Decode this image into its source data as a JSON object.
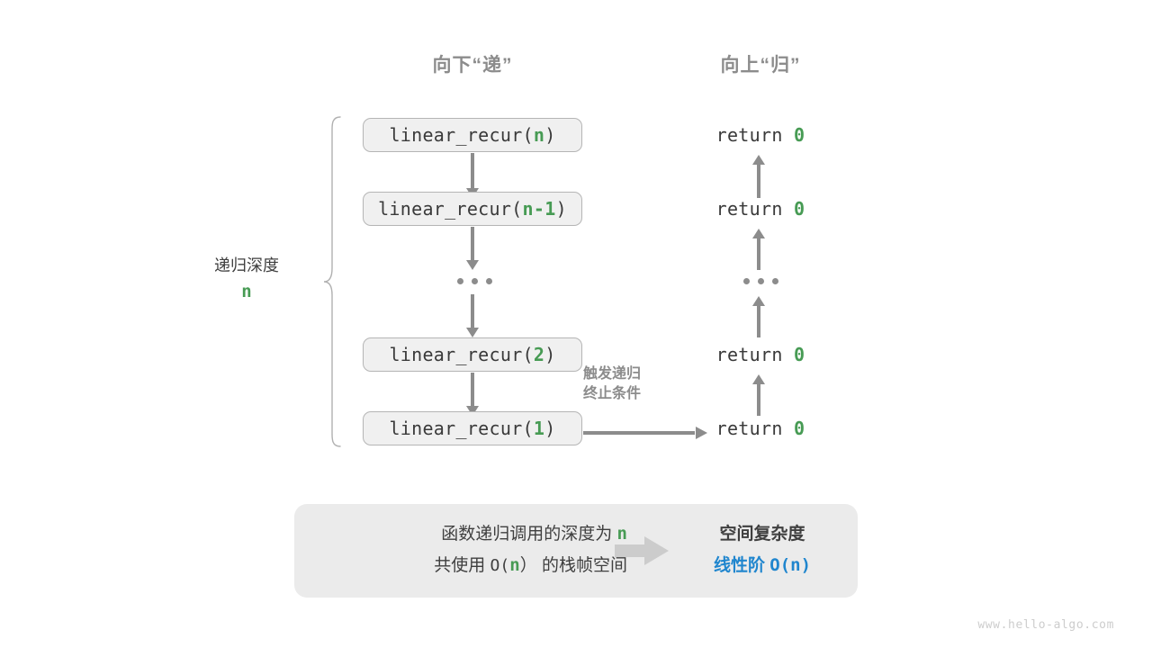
{
  "headers": {
    "down": "向下“递”",
    "up": "向上“归”"
  },
  "depth": {
    "label": "递归深度",
    "value": "n"
  },
  "trigger_note": {
    "line1": "触发递归",
    "line2": "终止条件"
  },
  "calls": [
    {
      "name": "linear_recur(",
      "arg": "n",
      "close": ")"
    },
    {
      "name": "linear_recur(",
      "arg": "n-1",
      "close": ")"
    },
    {
      "name": "linear_recur(",
      "arg": "2",
      "close": ")"
    },
    {
      "name": "linear_recur(",
      "arg": "1",
      "close": ")"
    }
  ],
  "returns": [
    {
      "keyword": "return",
      "value": "0"
    },
    {
      "keyword": "return",
      "value": "0"
    },
    {
      "keyword": "return",
      "value": "0"
    },
    {
      "keyword": "return",
      "value": "0"
    }
  ],
  "ellipsis": "•••",
  "summary": {
    "left_line1_a": "函数递归调用的深度为",
    "left_line1_n": "n",
    "left_line2_a": "共使用",
    "left_line2_b": "O(",
    "left_line2_n": "n",
    "left_line2_c": "）",
    "left_line2_d": "的栈帧空间",
    "right_title": "空间复杂度",
    "right_value_label": "线性阶",
    "right_value_expr": "O(n)"
  },
  "watermark": "www.hello-algo.com",
  "colors": {
    "green": "#479b54",
    "blue": "#2086ce",
    "gray": "#8c8c8c",
    "text": "#3f3f3f",
    "box_fill": "#f0f0f0",
    "panel_fill": "#ebebeb"
  }
}
